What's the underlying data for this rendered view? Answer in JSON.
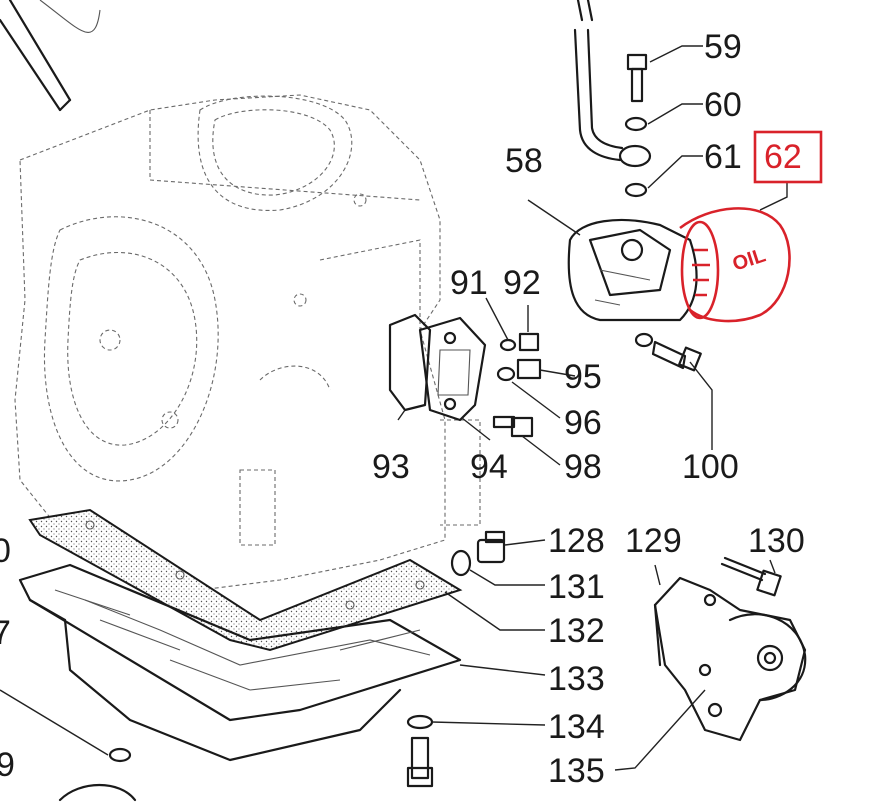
{
  "labels": {
    "l59": "59",
    "l60": "60",
    "l61": "61",
    "l62": "62",
    "l58": "58",
    "l91": "91",
    "l92": "92",
    "l95": "95",
    "l96": "96",
    "l93": "93",
    "l94": "94",
    "l98": "98",
    "l100": "100",
    "l128": "128",
    "l129": "129",
    "l130": "130",
    "l131": "131",
    "l132": "132",
    "l133": "133",
    "l134": "134",
    "l135": "135",
    "edge0": "0",
    "edge7": "7",
    "edge9": "9"
  },
  "filter_text": "OIL",
  "colors": {
    "highlight": "#d9222a",
    "line": "#1a1a1a"
  }
}
